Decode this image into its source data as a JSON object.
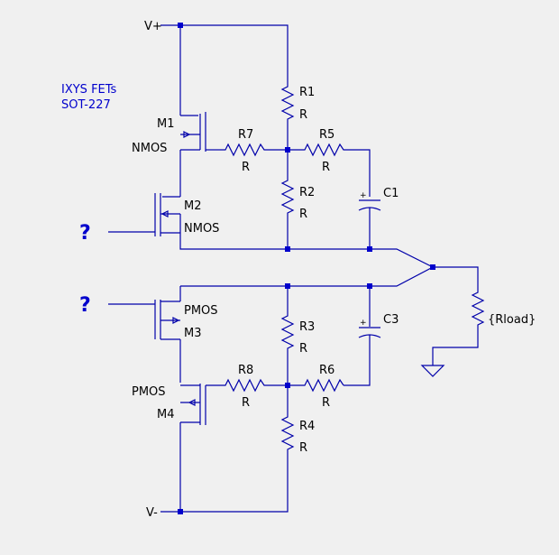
{
  "schematic": {
    "note_line1": "IXYS FETs",
    "note_line2": "SOT-227",
    "rail_pos": "V+",
    "rail_neg": "V-",
    "input_top": "?",
    "input_bottom": "?",
    "m1_name": "M1",
    "m1_type": "NMOS",
    "m2_name": "M2",
    "m2_type": "NMOS",
    "m3_name": "M3",
    "m3_type": "PMOS",
    "m4_name": "M4",
    "m4_type": "PMOS",
    "r1_name": "R1",
    "r1_value": "R",
    "r2_name": "R2",
    "r2_value": "R",
    "r3_name": "R3",
    "r3_value": "R",
    "r4_name": "R4",
    "r4_value": "R",
    "r5_name": "R5",
    "r5_value": "R",
    "r6_name": "R6",
    "r6_value": "R",
    "r7_name": "R7",
    "r7_value": "R",
    "r8_name": "R8",
    "r8_value": "R",
    "c1_name": "C1",
    "c3_name": "C3",
    "load_label": "{Rload}",
    "colors": {
      "wire": "#0000aa",
      "junction": "#0000cc",
      "text": "#000000",
      "note": "#0000cc",
      "background": "#f0f0f0"
    }
  }
}
